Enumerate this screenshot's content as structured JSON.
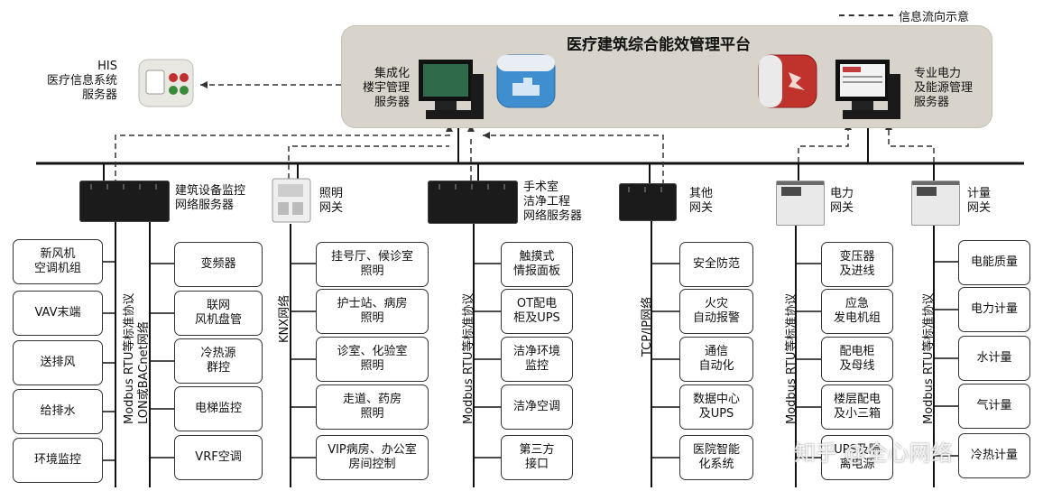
{
  "legend": {
    "text": "信息流向示意"
  },
  "platform": {
    "title": "医疗建筑综合能效管理平台"
  },
  "his": {
    "label_lines": [
      "HIS",
      "医疗信息系统",
      "服务器"
    ]
  },
  "bms_server": {
    "label_lines": [
      "集成化",
      "楼宇管理",
      "服务器"
    ]
  },
  "power_server": {
    "label_lines": [
      "专业电力",
      "及能源管理",
      "服务器"
    ]
  },
  "gateways": [
    {
      "id": "bas",
      "label_lines": [
        "建筑设备监控",
        "网络服务器"
      ],
      "protocol_left": "Modbus RTU等标准协议",
      "protocol_right": "LON或BACnet网络",
      "left_items": [
        "新风机\n空调机组",
        "VAV末端",
        "送排风",
        "给排水",
        "环境监控"
      ],
      "right_items": [
        "变频器",
        "联网\n风机盘管",
        "冷热源\n群控",
        "电梯监控",
        "VRF空调"
      ]
    },
    {
      "id": "lighting",
      "label_lines": [
        "照明",
        "网关"
      ],
      "protocol": "KNX网络",
      "items": [
        "挂号厅、候诊室\n照明",
        "护士站、病房\n照明",
        "诊室、化验室\n照明",
        "走道、药房\n照明",
        "VIP病房、办公室\n房间控制"
      ]
    },
    {
      "id": "or",
      "label_lines": [
        "手术室",
        "洁净工程",
        "网络服务器"
      ],
      "protocol": "Modbus RTU等标准协议",
      "items": [
        "触摸式\n情报面板",
        "OT配电\n柜及UPS",
        "洁净环境\n监控",
        "洁净空调",
        "第三方\n接口"
      ]
    },
    {
      "id": "other",
      "label_lines": [
        "其他",
        "网关"
      ],
      "protocol": "TCP/IP网络",
      "items": [
        "安全防范",
        "火灾\n自动报警",
        "通信\n自动化",
        "数据中心\n及UPS",
        "医院智能\n化系统"
      ]
    },
    {
      "id": "power",
      "label_lines": [
        "电力",
        "网关"
      ],
      "protocol": "Modbus RTU等标准协议",
      "items": [
        "变压器\n及进线",
        "应急\n发电机组",
        "配电柜\n及母线",
        "楼层配电\n及小三箱",
        "UPS及隔\n离电源"
      ]
    },
    {
      "id": "meter",
      "label_lines": [
        "计量",
        "网关"
      ],
      "protocol": "Modbus RTU等标准协议",
      "items": [
        "电能质量",
        "电力计量",
        "水计量",
        "气计量",
        "冷热计量"
      ]
    }
  ],
  "watermark": "知乎 @全心网络",
  "colors": {
    "platform_bg": "#d8d4cc",
    "line": "#333333",
    "bus": "#111111"
  }
}
